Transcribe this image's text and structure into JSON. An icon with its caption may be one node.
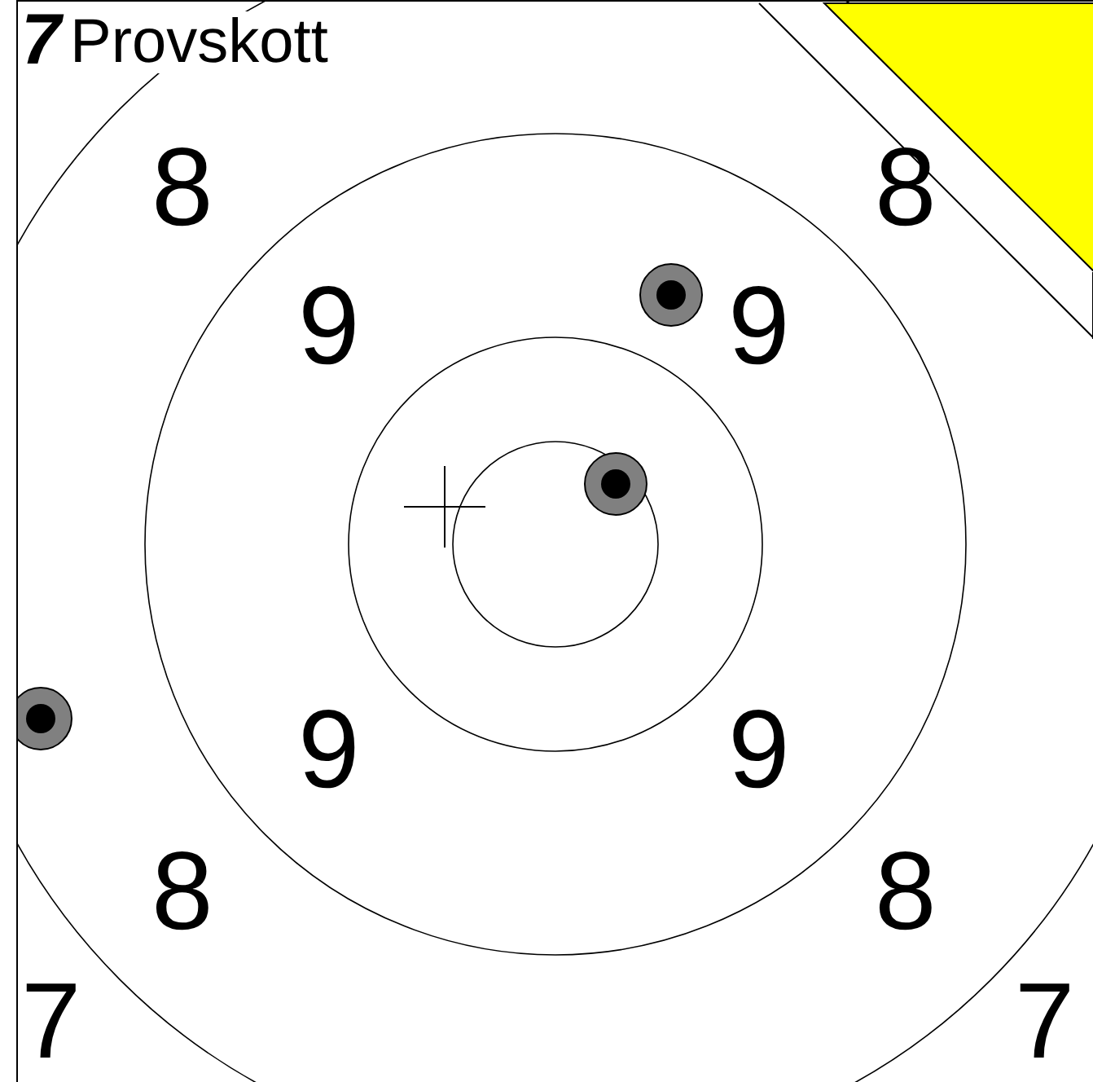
{
  "diagram": {
    "labels": [
      "7",
      "Provskott",
      "8",
      "8",
      "9",
      "9",
      "9",
      "9",
      "8",
      "8",
      "7",
      "7"
    ]
  }
}
